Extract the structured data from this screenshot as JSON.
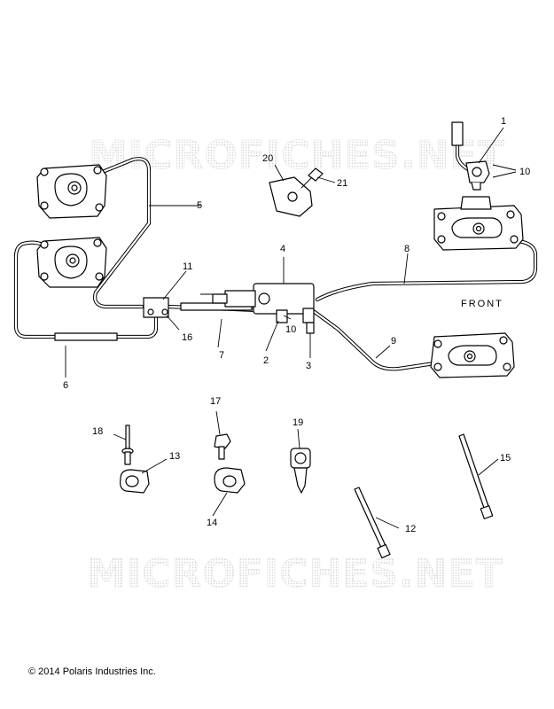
{
  "watermark": "MICROFICHES.NET",
  "front_label": "FRONT",
  "copyright": "© 2014 Polaris Industries Inc.",
  "callouts": [
    "1",
    "2",
    "3",
    "4",
    "5",
    "6",
    "7",
    "8",
    "9",
    "10",
    "10",
    "11",
    "12",
    "13",
    "14",
    "15",
    "16",
    "17",
    "18",
    "19",
    "20",
    "21"
  ]
}
